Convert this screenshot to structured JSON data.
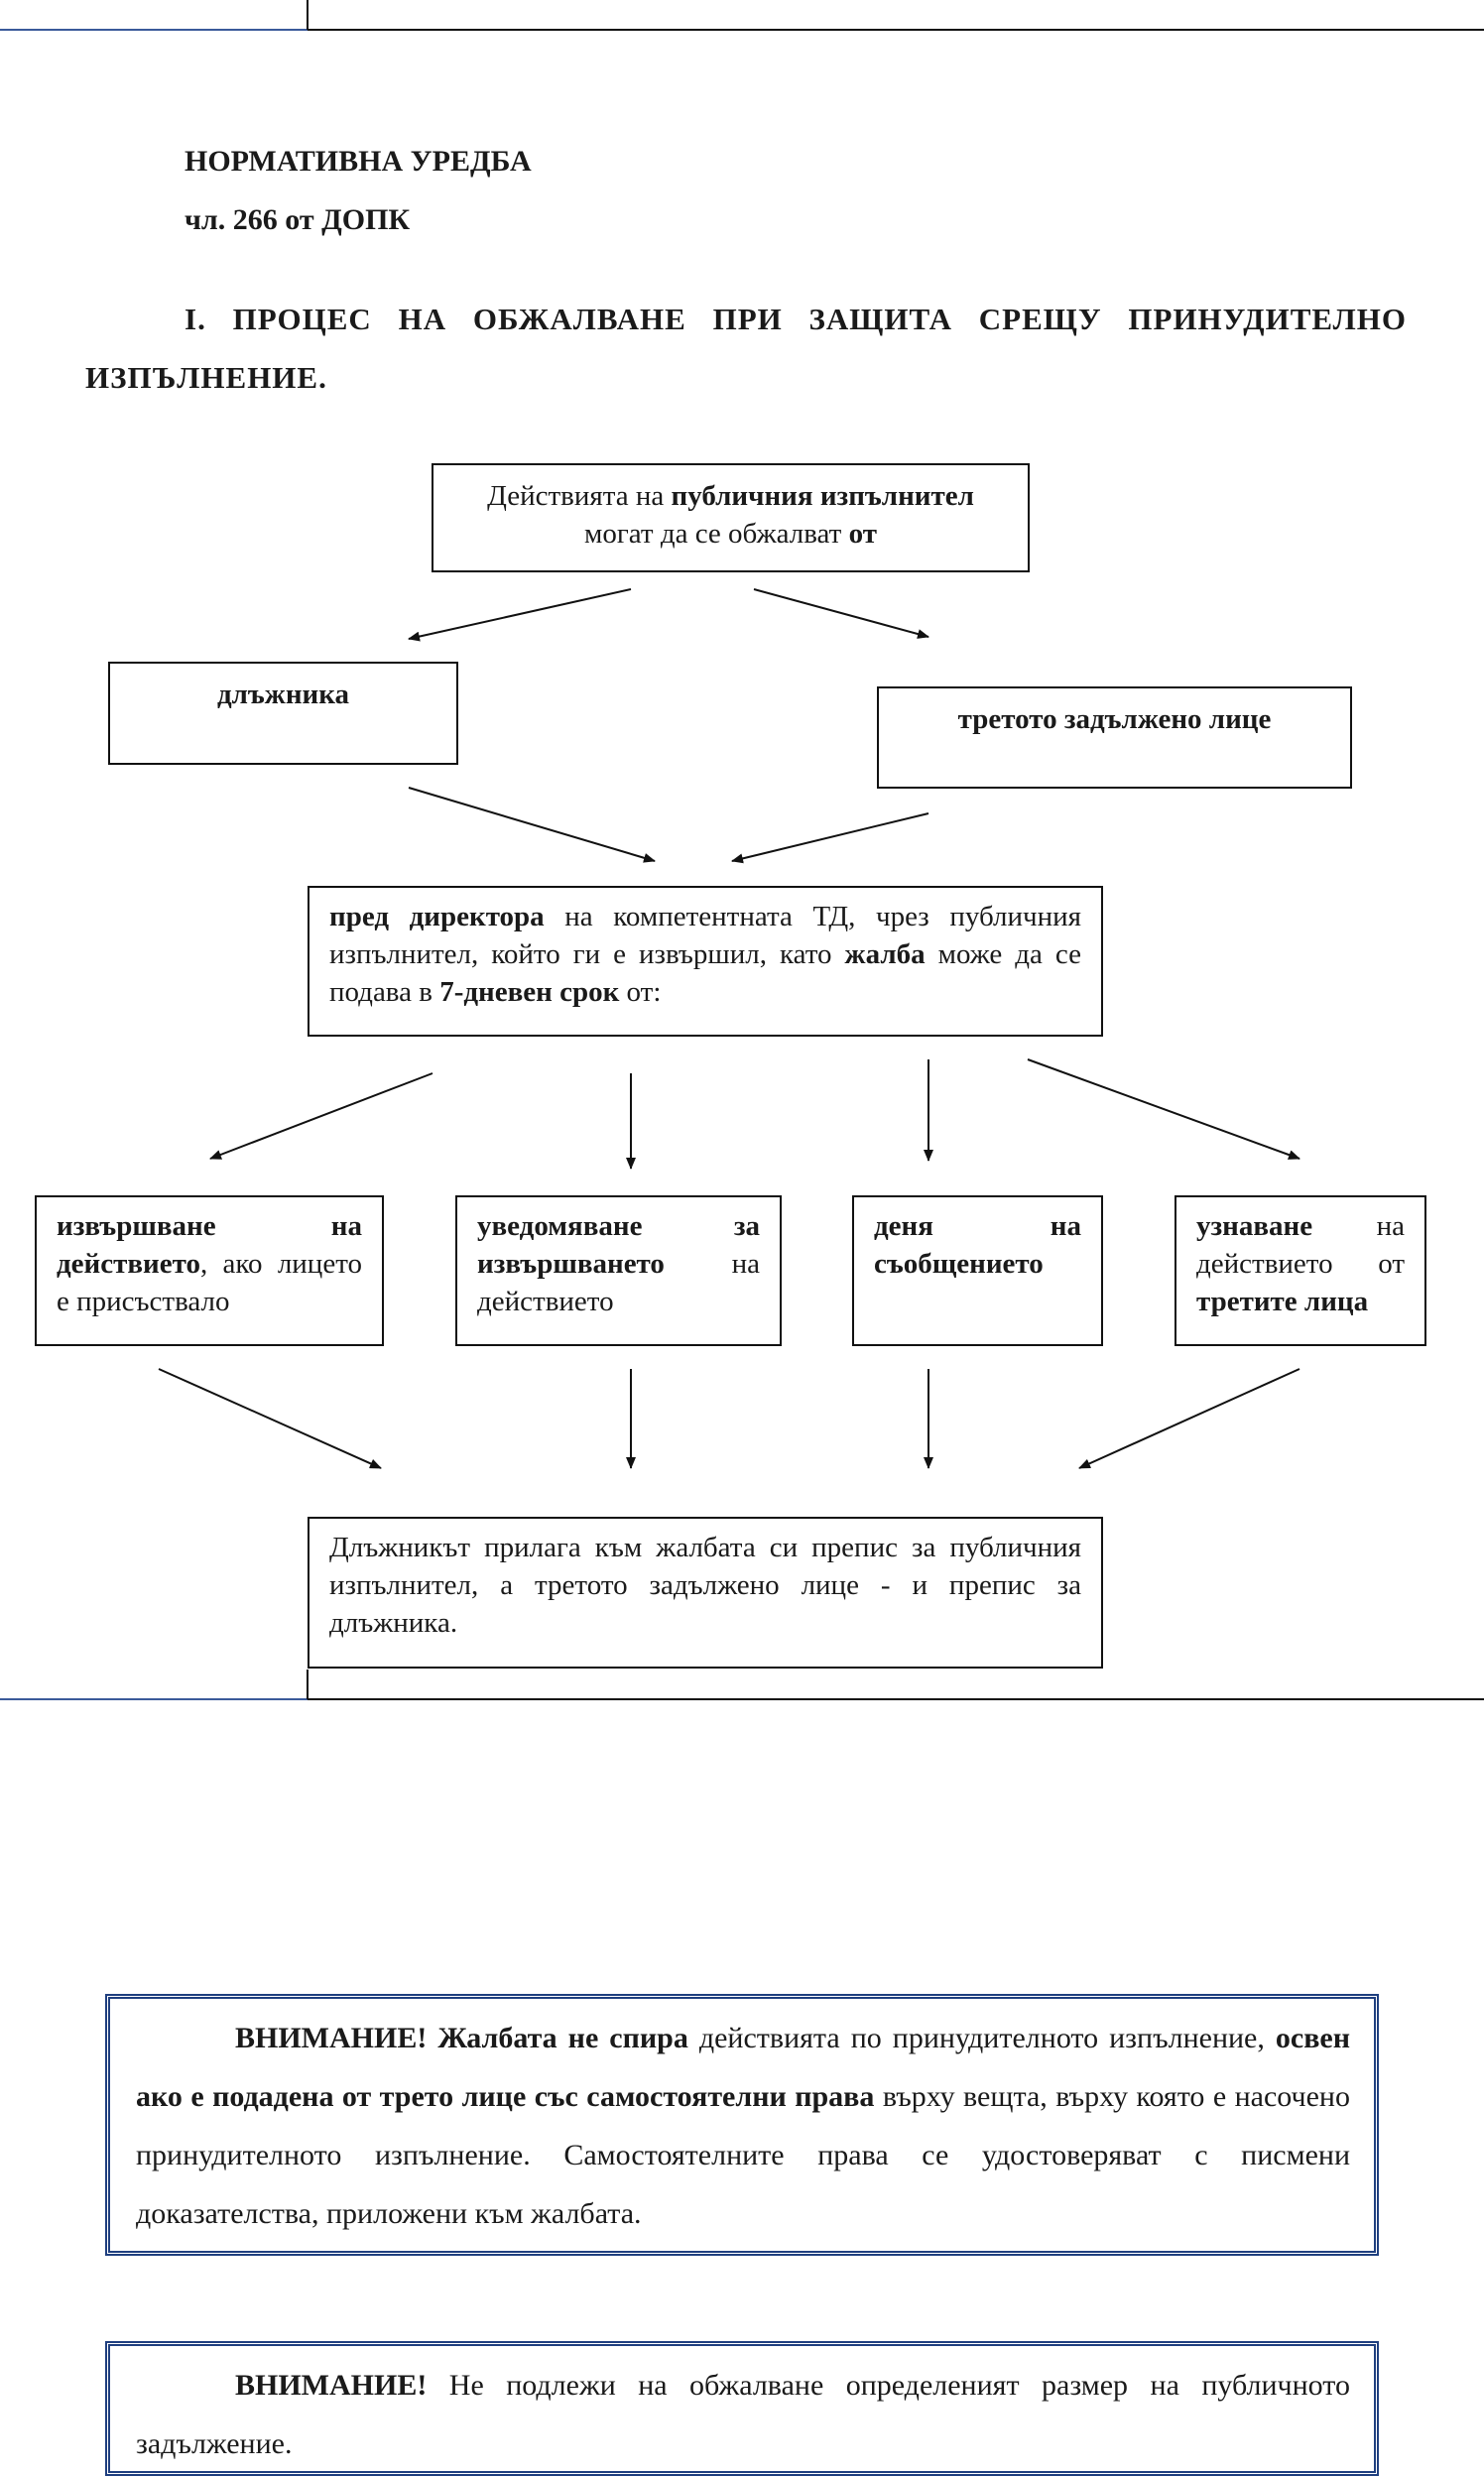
{
  "header": {
    "title": "НОРМАТИВНА УРЕДБА",
    "subtitle": "чл. 266 от ДОПК"
  },
  "section": {
    "title": "I. ПРОЦЕС НА ОБЖАЛВАНЕ ПРИ ЗАЩИТА СРЕЩУ ПРИНУДИТЕЛНО ИЗПЪЛНЕНИЕ."
  },
  "flowchart": {
    "top_box": {
      "t1": "Действията на ",
      "t2": "публичния изпълнител",
      "t3": " могат да се обжалват ",
      "t4": "от"
    },
    "debtor": "длъжника",
    "third_party": "третото задължено лице",
    "director": {
      "t1": "пред директора",
      "t2": " на компетентната ТД, чрез публичния изпълнител, който ги е извършил, като ",
      "t3": "жалба",
      "t4": " може да се подава в ",
      "t5": "7-дневен срок",
      "t6": " от:"
    },
    "opt1": {
      "bold": "извършване на действието",
      "rest": ", ако лицето е присъствало"
    },
    "opt2": {
      "bold": "уведомяване за извършването",
      "rest": " на действието"
    },
    "opt3": {
      "bold": "деня на съобщението"
    },
    "opt4": {
      "b1": "узнаване",
      "mid": " на действието от ",
      "b2": "третите лица"
    },
    "bottom_box": "Длъжникът прилага към жалбата си препис за публичния изпълнител, а третото задължено лице - и препис за длъжника."
  },
  "notices": [
    {
      "b1": "ВНИМАНИЕ! Жалбата не спира",
      "t1": " действията по принудителното изпълнение, ",
      "b2": "освен ако е подадена от трето лице със самостоятелни права",
      "t2": " върху вещта, върху която е насочено принудителното изпълнение. Самостоятелните права се удостоверяват с писмени доказателства, приложени към жалбата."
    },
    {
      "b1": "ВНИМАНИЕ!",
      "t1": " Не подлежи на обжалване определеният размер на публичното задължение."
    }
  ],
  "colors": {
    "accent_blue": "#1f3f7f",
    "rule_blue": "#3a5a9a",
    "text": "#1a1a1a"
  }
}
